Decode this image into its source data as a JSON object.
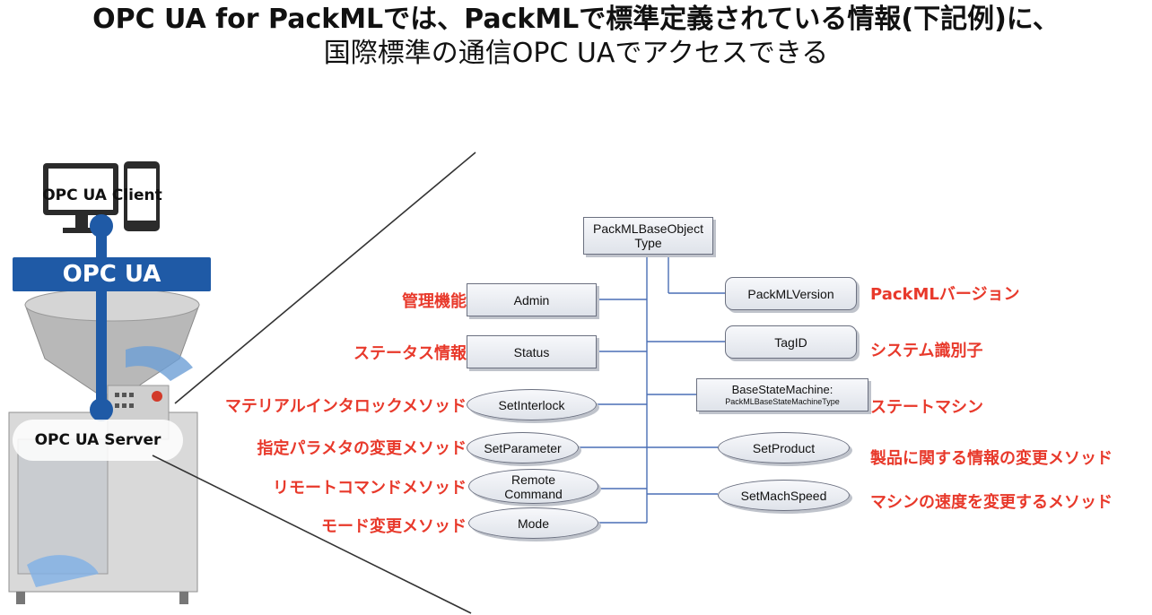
{
  "title": {
    "line1": "OPC UA for PackMLでは、PackMLで標準定義されている情報(下記例)に、",
    "line2": "国際標準の通信OPC UAでアクセスできる"
  },
  "left": {
    "client_label": "OPC UA Client",
    "banner_label": "OPC UA",
    "server_label": "OPC UA Server"
  },
  "diagram": {
    "root": {
      "line1": "PackMLBaseObject",
      "line2": "Type"
    },
    "nodes": {
      "admin": "Admin",
      "status": "Status",
      "setinterlock": "SetInterlock",
      "setparameter": "SetParameter",
      "remote_line1": "Remote",
      "remote_line2": "Command",
      "mode": "Mode",
      "packmlversion": "PackMLVersion",
      "tagid": "TagID",
      "basestate_line1": "BaseStateMachine:",
      "basestate_line2": "PackMLBaseStateMachineType",
      "setproduct": "SetProduct",
      "setmachspeed": "SetMachSpeed"
    },
    "labels_left": {
      "admin": "管理機能",
      "status": "ステータス情報",
      "setinterlock": "マテリアルインタロックメソッド",
      "setparameter": "指定パラメタの変更メソッド",
      "remote": "リモートコマンドメソッド",
      "mode": "モード変更メソッド"
    },
    "labels_right": {
      "packmlversion": "PackMLバージョン",
      "tagid": "システム識別子",
      "basestate": "ステートマシン",
      "setproduct": "製品に関する情報の変更メソッド",
      "setmachspeed": "マシンの速度を変更するメソッド"
    }
  },
  "colors": {
    "accent_red": "#e8392b",
    "banner_blue": "#1f5aa6",
    "connector_blue": "#4a6fb5"
  }
}
